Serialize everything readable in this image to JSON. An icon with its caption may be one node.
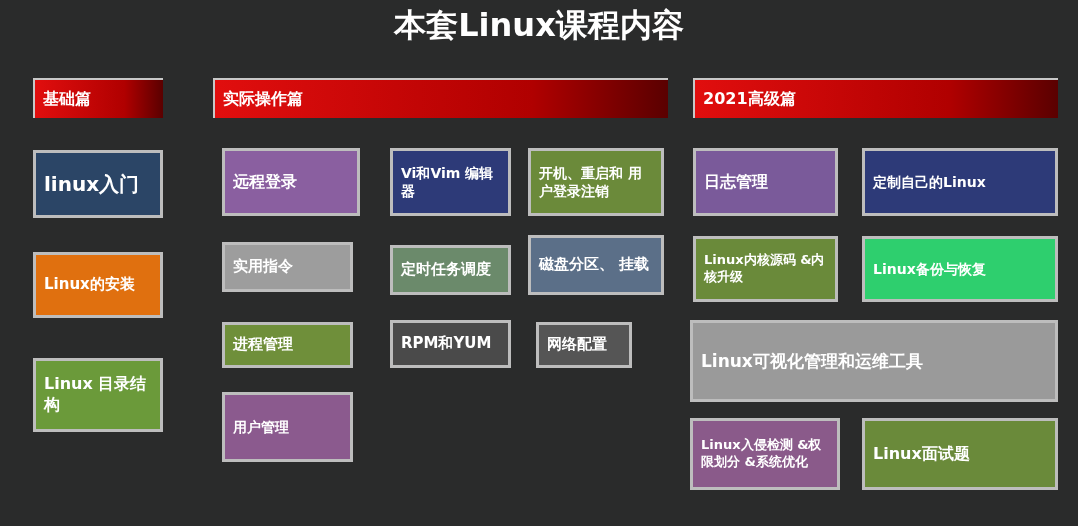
{
  "diagram": {
    "title": "本套Linux课程内容",
    "nodes": [
      {
        "text": [
          "基础篇"
        ]
      },
      {
        "text": [
          "实际操作篇"
        ]
      },
      {
        "text": [
          "2021高级篇"
        ]
      },
      {
        "text": [
          "linux入门"
        ]
      },
      {
        "text": [
          "Linux的安装"
        ]
      },
      {
        "text": [
          "Linux 目录结构"
        ]
      },
      {
        "text": [
          "远程登录"
        ]
      },
      {
        "text": [
          "Vi和Vim 编辑器"
        ]
      },
      {
        "text": [
          "开机、重启和 用户登录注销"
        ]
      },
      {
        "text": [
          "实用指令"
        ]
      },
      {
        "text": [
          "定时任务调度"
        ]
      },
      {
        "text": [
          "磁盘分区、 挂载"
        ]
      },
      {
        "text": [
          "进程管理"
        ]
      },
      {
        "text": [
          "RPM和YUM"
        ]
      },
      {
        "text": [
          "网络配置"
        ]
      },
      {
        "text": [
          "用户管理"
        ]
      },
      {
        "text": [
          "日志管理"
        ]
      },
      {
        "text": [
          "定制自己的Linux"
        ]
      },
      {
        "text": [
          "Linux内核源码 &内核升级"
        ]
      },
      {
        "text": [
          "Linux备份与恢复"
        ]
      },
      {
        "text": [
          "Linux可视化管理和运维工具"
        ]
      },
      {
        "text": [
          "Linux入侵检测 &权限划分 &系统优化"
        ]
      },
      {
        "text": [
          "Linux面试题"
        ]
      }
    ]
  }
}
